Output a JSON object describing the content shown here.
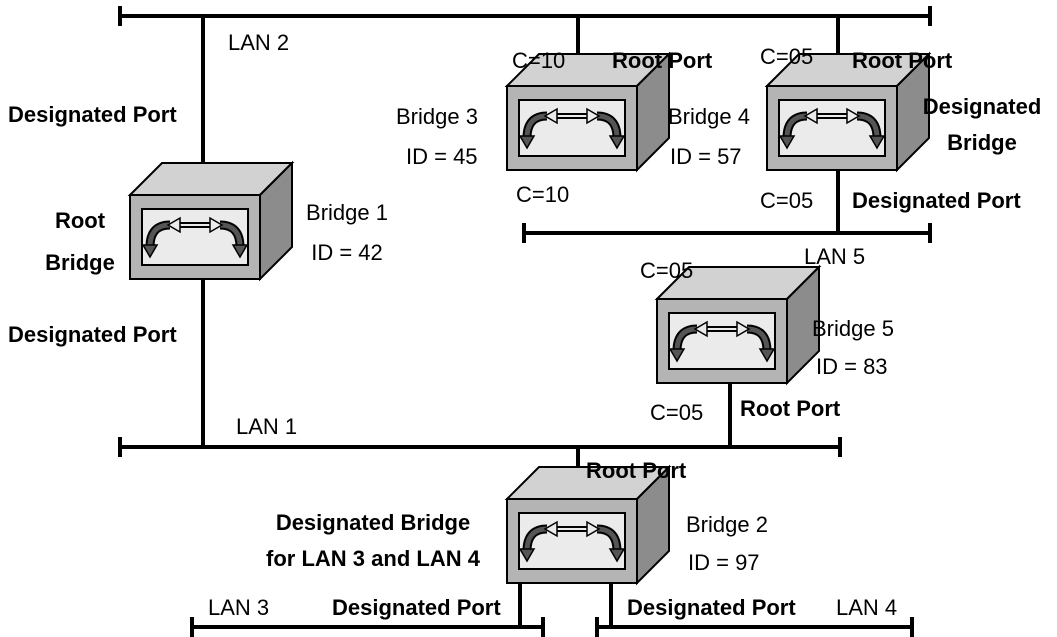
{
  "lans": {
    "lan1": "LAN 1",
    "lan2": "LAN 2",
    "lan3": "LAN 3",
    "lan4": "LAN 4",
    "lan5": "LAN 5"
  },
  "bridges": {
    "b1": {
      "name": "Bridge 1",
      "id": "ID = 42",
      "role_line1": "Root",
      "role_line2": "Bridge"
    },
    "b2": {
      "name": "Bridge 2",
      "id": "ID = 97",
      "role_line1": "Designated Bridge",
      "role_line2": "for LAN 3 and LAN 4"
    },
    "b3": {
      "name": "Bridge 3",
      "id": "ID = 45"
    },
    "b4": {
      "name": "Bridge 4",
      "id": "ID = 57",
      "role_line1": "Designated",
      "role_line2": "Bridge"
    },
    "b5": {
      "name": "Bridge 5",
      "id": "ID = 83"
    }
  },
  "ports": {
    "b1_top": "Designated Port",
    "b1_bottom": "Designated Port",
    "b3_root": "Root Port",
    "b4_root": "Root Port",
    "b4_designated": "Designated Port",
    "b5_root": "Root Port",
    "b2_root": "Root Port",
    "b2_lan3": "Designated Port",
    "b2_lan4": "Designated Port"
  },
  "costs": {
    "b3_top": "C=10",
    "b3_bottom": "C=10",
    "b4_top": "C=05",
    "b4_bottom": "C=05",
    "b5_top": "C=05",
    "b5_bottom": "C=05"
  },
  "colors": {
    "line": "#000000",
    "box_front": "#b4b4b4",
    "box_top": "#d2d2d2",
    "box_side": "#8c8c8c",
    "panel": "#ebebeb",
    "arrow": "#555555"
  }
}
